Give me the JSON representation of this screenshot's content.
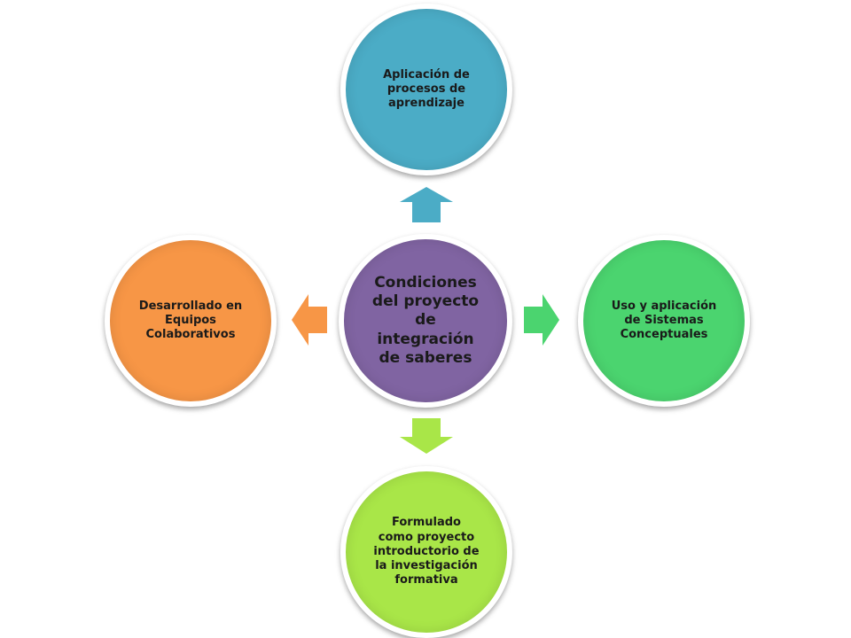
{
  "diagram": {
    "center": {
      "label": "Condiciones\ndel proyecto\nde\nintegración\nde  saberes",
      "color": "#8064A2"
    },
    "nodes": {
      "top": {
        "label": "Aplicación de\nprocesos de\naprendizaje",
        "color": "#4BACC6"
      },
      "right": {
        "label": "Uso y aplicación\nde Sistemas\nConceptuales",
        "color": "#4BD46F"
      },
      "bottom": {
        "label": "Formulado\ncomo proyecto\nintroductorio de\nla investigación\nformativa",
        "color": "#A9E648"
      },
      "left": {
        "label": "Desarrollado en\nEquipos\nColaborativos",
        "color": "#F79646"
      }
    },
    "arrows": {
      "up": "#4BACC6",
      "right": "#4BD46F",
      "down": "#A9E648",
      "left": "#F79646"
    }
  }
}
